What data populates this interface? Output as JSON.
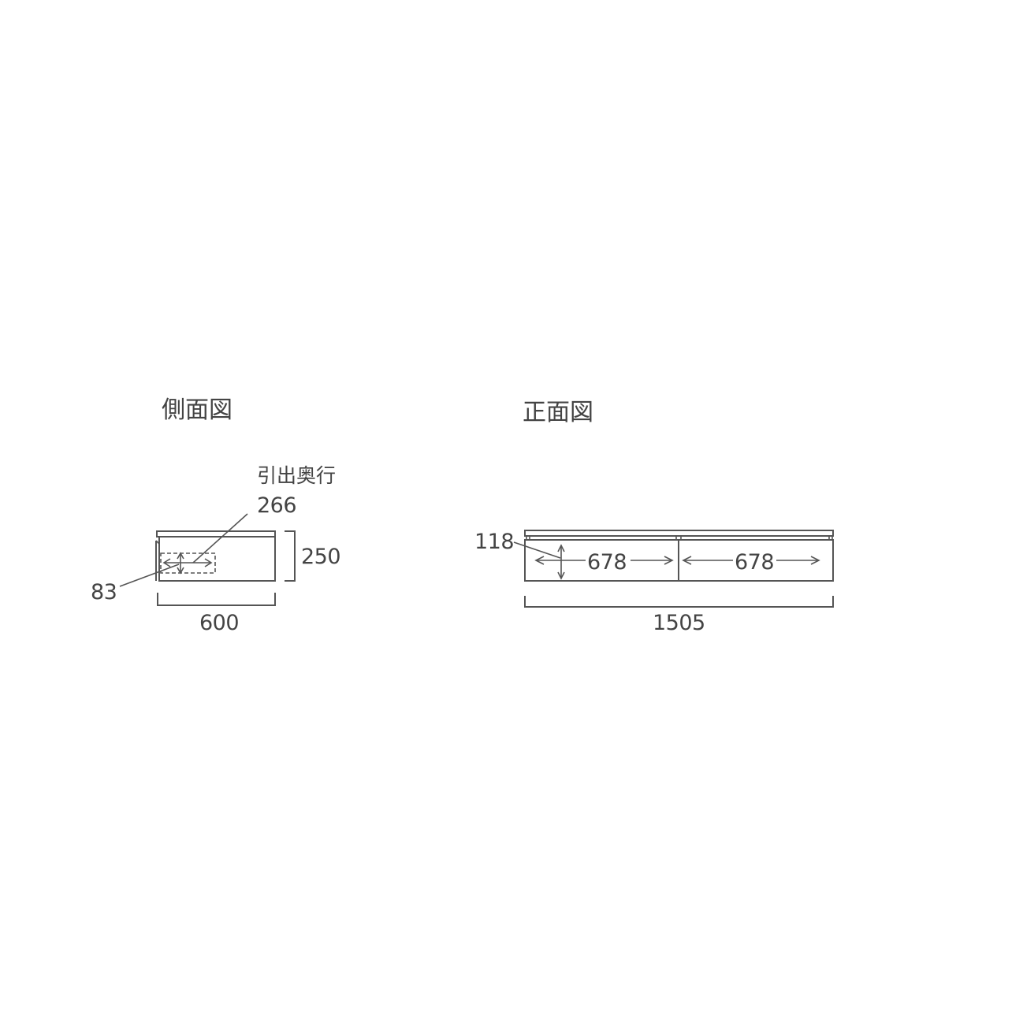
{
  "side_view": {
    "title": "側面図",
    "drawer_label": "引出奥行",
    "drawer_depth": "266",
    "height": "250",
    "width": "600",
    "drawer_height": "83"
  },
  "front_view": {
    "title": "正面図",
    "drawer_height": "118",
    "drawer_width_left": "678",
    "drawer_width_right": "678",
    "total_width": "1505"
  },
  "colors": {
    "line": "#555555",
    "text": "#444444",
    "background": "#ffffff"
  }
}
